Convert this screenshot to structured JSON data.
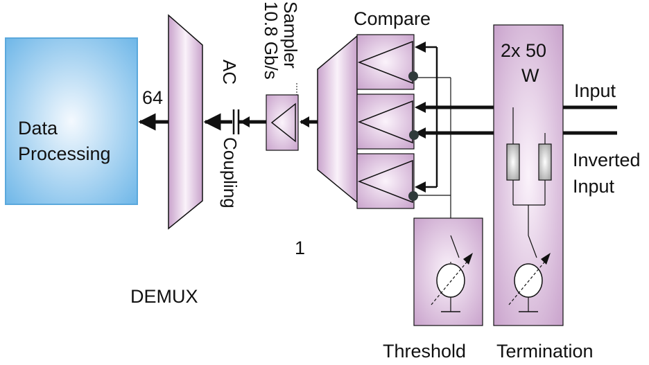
{
  "labels": {
    "data_processing_line1": "Data",
    "data_processing_line2": "Processing",
    "bus_width": "64",
    "ac": "AC",
    "coupling": "Coupling",
    "sampler": "Sampler",
    "rate": "10.8 Gb/s",
    "compare": "Compare",
    "termination_value_line1": "2x 50",
    "termination_value_line2": "W",
    "input": "Input",
    "inverted_line1": "Inverted",
    "inverted_line2": "Input",
    "one": "1",
    "demux": "DEMUX",
    "threshold": "Threshold",
    "termination": "Termination"
  },
  "colors": {
    "purple": "#c9a3cc",
    "purple_light": "#f8eef8",
    "blue": "#6fb7e8",
    "blue_light": "#f2f8fd",
    "line": "#111111",
    "node": "#2f3a3a"
  }
}
